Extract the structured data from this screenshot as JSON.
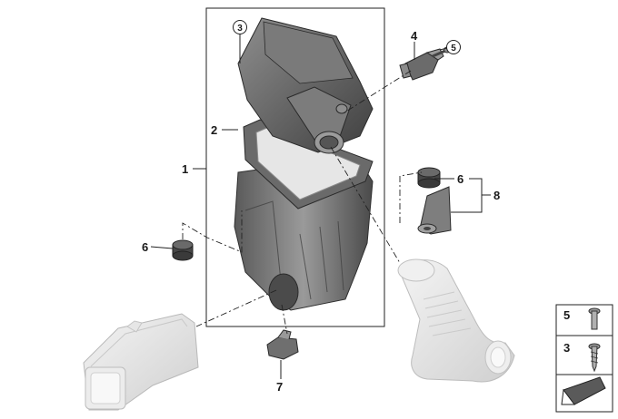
{
  "callouts": {
    "c1": "1",
    "c2": "2",
    "c3": "3",
    "c4": "4",
    "c5": "5",
    "c6a": "6",
    "c6b": "6",
    "c7": "7",
    "c8": "8"
  },
  "legend": {
    "item1": "5",
    "item2": "3"
  },
  "colors": {
    "housing_dark": "#5d5d5d",
    "housing_mid": "#8a8a8a",
    "filter_light": "#e2e2e2",
    "ghost_parts": "#dcdcdc"
  }
}
